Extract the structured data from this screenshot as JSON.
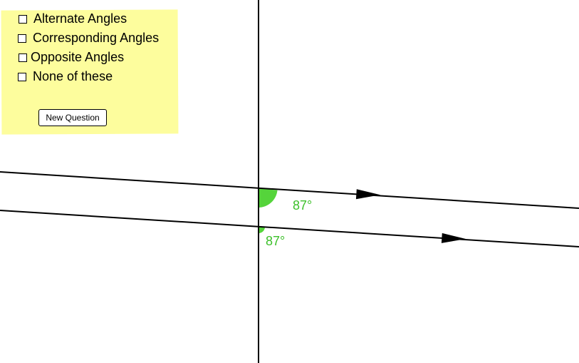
{
  "options": [
    {
      "label": "Alternate Angles",
      "checked": false
    },
    {
      "label": "Corresponding Angles",
      "checked": false
    },
    {
      "label": "Opposite Angles",
      "checked": false
    },
    {
      "label": "None of these",
      "checked": false
    }
  ],
  "new_question_label": "New Question",
  "diagram": {
    "angle_upper_label": "87°",
    "angle_lower_label": "87°",
    "angle_color": "#55d43b",
    "line_color": "#000000"
  }
}
